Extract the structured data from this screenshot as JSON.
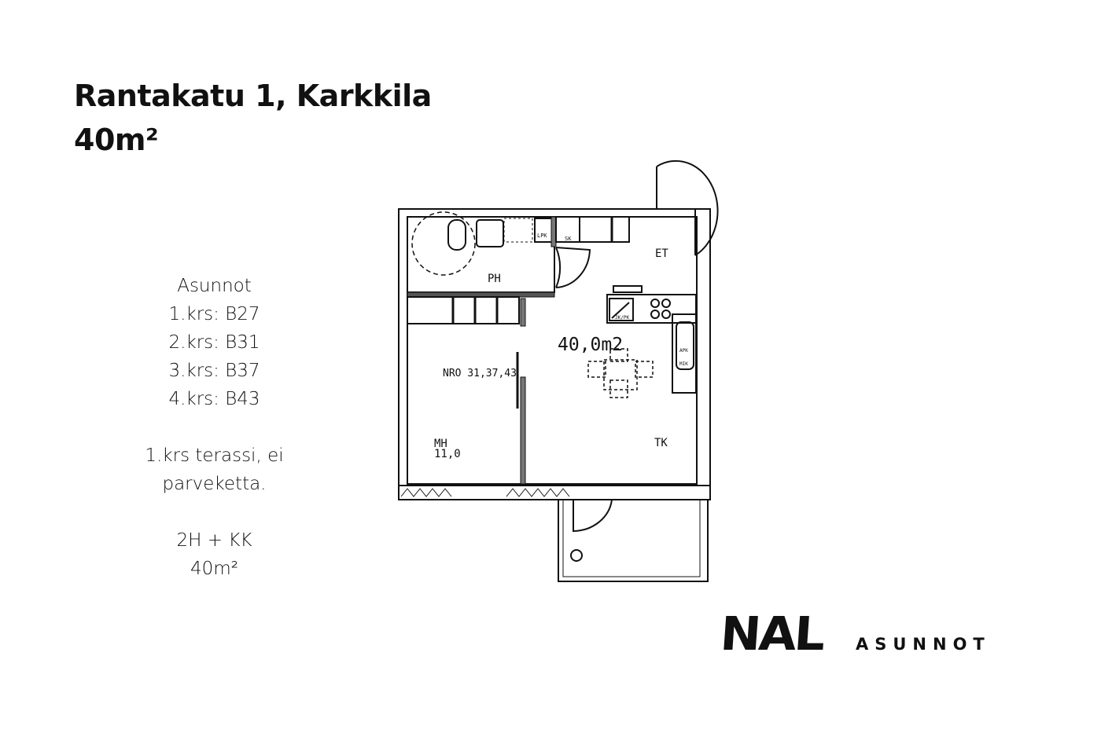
{
  "header": {
    "address": "Rantakatu 1, Karkkila",
    "area": "40m²"
  },
  "info": {
    "heading": "Asunnot",
    "floors": [
      "1.krs: B27",
      "2.krs: B31",
      "3.krs: B37",
      "4.krs: B43"
    ],
    "note_line1": "1.krs terassi, ei",
    "note_line2": "parveketta.",
    "type": "2H + KK",
    "size": "40m²"
  },
  "floorplan": {
    "total_area": "40,0m2",
    "apartment_numbers": "NRO 31,37,43",
    "rooms": {
      "bathroom": "PH",
      "entry": "ET",
      "bedroom": "MH",
      "bedroom_area": "11,0",
      "kitchen_living": "TK"
    },
    "fixtures": {
      "lpk": "LPK",
      "sk": "SK",
      "jkpk": "JK/PK",
      "apk": "APK",
      "mik": "MIK"
    }
  },
  "logo": {
    "mark": "NAL",
    "text": "ASUNNOT"
  }
}
